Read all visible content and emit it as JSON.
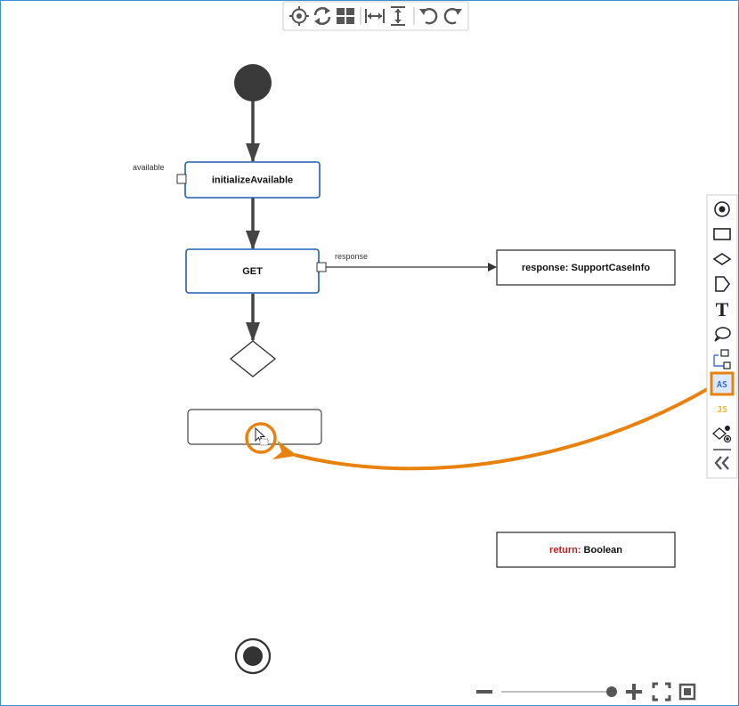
{
  "toolbar": {
    "icons": [
      "center-icon",
      "refresh-icon",
      "layout-icon",
      "fit-width-icon",
      "fit-height-icon",
      "undo-icon",
      "redo-icon"
    ]
  },
  "diagram": {
    "nodes": {
      "initialize": "initializeAvailable",
      "get": "GET",
      "response_object": "response: SupportCaseInfo",
      "return_keyword": "return:",
      "return_type": " Boolean",
      "new_action": ""
    },
    "ports": {
      "available": "available",
      "response": "response"
    }
  },
  "palette": {
    "items": [
      {
        "name": "initial-node-icon"
      },
      {
        "name": "action-icon"
      },
      {
        "name": "decision-icon"
      },
      {
        "name": "send-signal-icon"
      },
      {
        "name": "text-icon",
        "glyph": "T"
      },
      {
        "name": "comment-icon"
      },
      {
        "name": "object-node-icon"
      },
      {
        "name": "as-script-icon",
        "glyph": "AS"
      },
      {
        "name": "js-script-icon",
        "glyph": "JS"
      },
      {
        "name": "flow-shapes-icon"
      },
      {
        "name": "collapse-icon",
        "glyph": "«"
      }
    ]
  },
  "zoom": {
    "level": 1.0
  },
  "colors": {
    "frame": "#3d8fd1",
    "node_border_blue": "#1f5fb0",
    "highlight_orange": "#e8820e",
    "return_keyword": "#b22222",
    "as_blue": "#3b6fd6",
    "js_yellow": "#f2b72b"
  }
}
